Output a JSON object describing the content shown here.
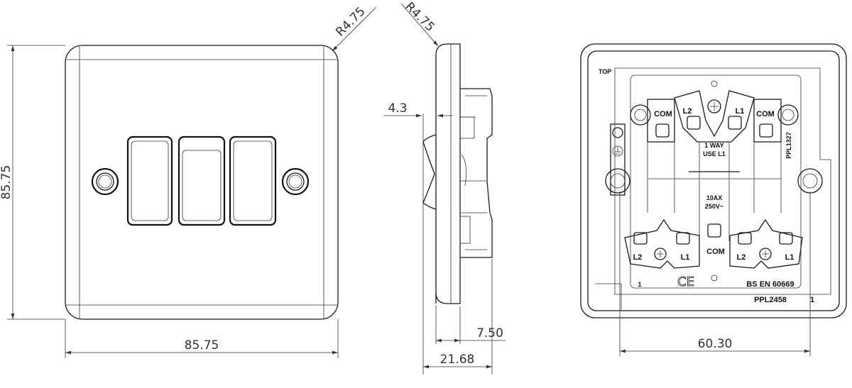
{
  "front_view": {
    "radius_label": "R4.75",
    "height_label": "85.75",
    "width_label": "85.75"
  },
  "side_view": {
    "radius_label": "R4.75",
    "rocker_depth_label": "4.3",
    "plate_depth_label": "7.50",
    "total_depth_label": "21.68"
  },
  "rear_view": {
    "top_label": "TOP",
    "com_left": "COM",
    "com_right": "COM",
    "com_bottom": "COM",
    "top_l2": "L2",
    "top_l1": "L1",
    "one_way": "1 WAY",
    "use_l1": "USE L1",
    "part_code_side": "PPL1327",
    "rating_current": "10AX",
    "rating_voltage": "250V~",
    "bl_l2": "L2",
    "bl_l1": "L1",
    "br_l2": "L2",
    "br_l1": "L1",
    "gang_number": "1",
    "ce_mark": "CE",
    "standard": "BS EN 60669",
    "part_code": "PPL2458",
    "part_number_suffix": "1",
    "fixing_centres_label": "60.30"
  }
}
